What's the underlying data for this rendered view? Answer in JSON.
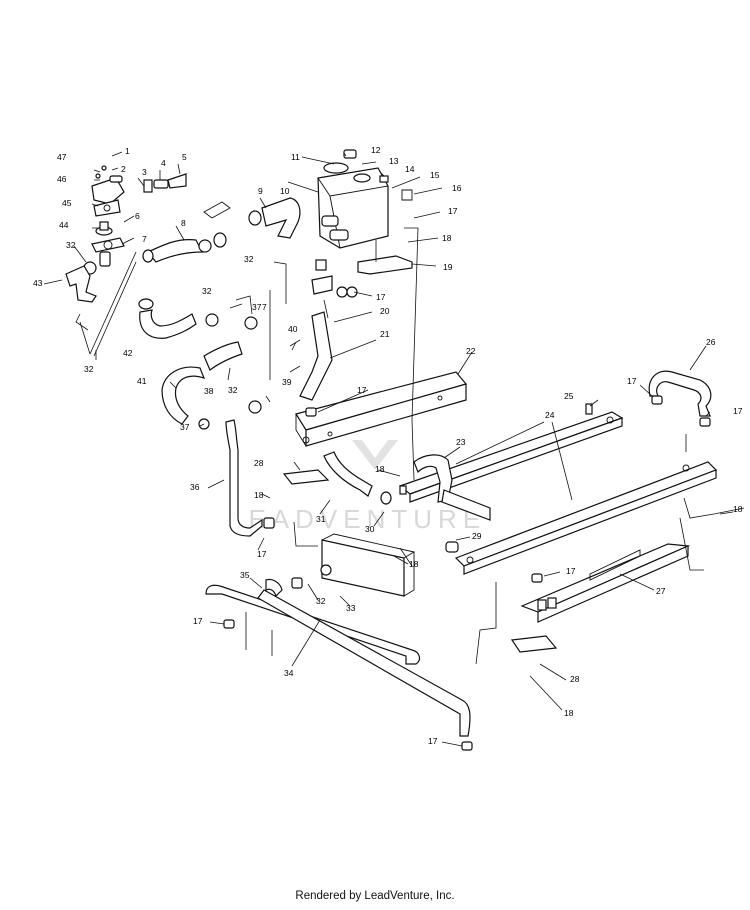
{
  "diagram": {
    "watermark": "LEADVENTURE",
    "callouts": [
      {
        "id": "c1",
        "label": "1"
      },
      {
        "id": "c2",
        "label": "2"
      },
      {
        "id": "c3",
        "label": "3"
      },
      {
        "id": "c4",
        "label": "4"
      },
      {
        "id": "c5",
        "label": "5"
      },
      {
        "id": "c6",
        "label": "6"
      },
      {
        "id": "c7a",
        "label": "7"
      },
      {
        "id": "c7b",
        "label": "7"
      },
      {
        "id": "c8",
        "label": "8"
      },
      {
        "id": "c9",
        "label": "9"
      },
      {
        "id": "c10",
        "label": "10"
      },
      {
        "id": "c11",
        "label": "11"
      },
      {
        "id": "c12",
        "label": "12"
      },
      {
        "id": "c13",
        "label": "13"
      },
      {
        "id": "c14",
        "label": "14"
      },
      {
        "id": "c15",
        "label": "15"
      },
      {
        "id": "c16",
        "label": "16"
      },
      {
        "id": "c17a",
        "label": "17"
      },
      {
        "id": "c17b",
        "label": "17"
      },
      {
        "id": "c17c",
        "label": "17"
      },
      {
        "id": "c17d",
        "label": "17"
      },
      {
        "id": "c17e",
        "label": "17"
      },
      {
        "id": "c17f",
        "label": "17"
      },
      {
        "id": "c17g",
        "label": "17"
      },
      {
        "id": "c17h",
        "label": "17"
      },
      {
        "id": "c17i",
        "label": "17"
      },
      {
        "id": "c18a",
        "label": "18"
      },
      {
        "id": "c18b",
        "label": "18"
      },
      {
        "id": "c18c",
        "label": "18"
      },
      {
        "id": "c18d",
        "label": "18"
      },
      {
        "id": "c18e",
        "label": "18"
      },
      {
        "id": "c18f",
        "label": "18"
      },
      {
        "id": "c19",
        "label": "19"
      },
      {
        "id": "c20",
        "label": "20"
      },
      {
        "id": "c21",
        "label": "21"
      },
      {
        "id": "c22",
        "label": "22"
      },
      {
        "id": "c23",
        "label": "23"
      },
      {
        "id": "c24",
        "label": "24"
      },
      {
        "id": "c25",
        "label": "25"
      },
      {
        "id": "c26",
        "label": "26"
      },
      {
        "id": "c27",
        "label": "27"
      },
      {
        "id": "c28a",
        "label": "28"
      },
      {
        "id": "c28b",
        "label": "28"
      },
      {
        "id": "c29",
        "label": "29"
      },
      {
        "id": "c30",
        "label": "30"
      },
      {
        "id": "c31",
        "label": "31"
      },
      {
        "id": "c32a",
        "label": "32"
      },
      {
        "id": "c32b",
        "label": "32"
      },
      {
        "id": "c32c",
        "label": "32"
      },
      {
        "id": "c32d",
        "label": "32"
      },
      {
        "id": "c32e",
        "label": "32"
      },
      {
        "id": "c32f",
        "label": "32"
      },
      {
        "id": "c33",
        "label": "33"
      },
      {
        "id": "c34",
        "label": "34"
      },
      {
        "id": "c35",
        "label": "35"
      },
      {
        "id": "c36",
        "label": "36"
      },
      {
        "id": "c37a",
        "label": "37"
      },
      {
        "id": "c37b",
        "label": "37"
      },
      {
        "id": "c38",
        "label": "38"
      },
      {
        "id": "c39",
        "label": "39"
      },
      {
        "id": "c40",
        "label": "40"
      },
      {
        "id": "c41",
        "label": "41"
      },
      {
        "id": "c42",
        "label": "42"
      },
      {
        "id": "c43",
        "label": "43"
      },
      {
        "id": "c44",
        "label": "44"
      },
      {
        "id": "c45",
        "label": "45"
      },
      {
        "id": "c46",
        "label": "46"
      },
      {
        "id": "c47",
        "label": "47"
      }
    ]
  },
  "footer": {
    "text": "Rendered by LeadVenture, Inc."
  }
}
